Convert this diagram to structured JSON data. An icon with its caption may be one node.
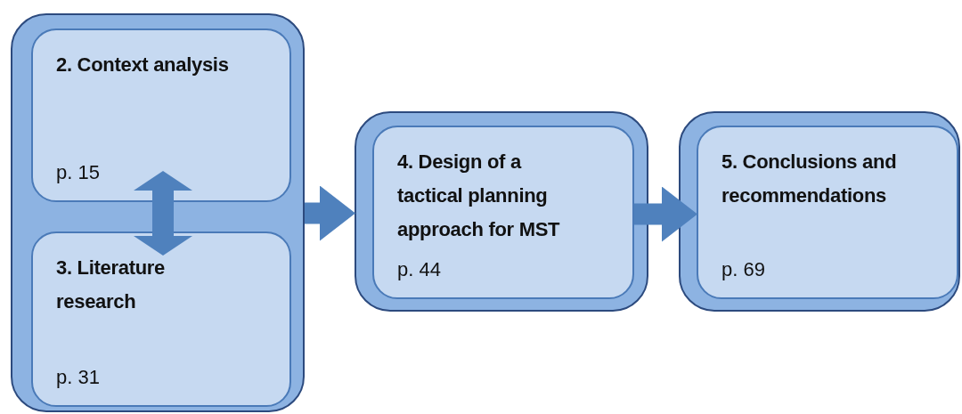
{
  "diagram": {
    "nodes": [
      {
        "text": [],
        "shape": "box"
      },
      {
        "text": [
          "2. Context analysis",
          "p. 15"
        ],
        "in": 0
      },
      {
        "text": [
          "3. Literature research",
          "p. 31"
        ],
        "in": 0
      },
      {
        "text": [],
        "shape": "box"
      },
      {
        "text": [
          "4. Design of a tactical planning approach for MST",
          "p. 44"
        ],
        "in": 3
      },
      {
        "text": [],
        "shape": "box"
      },
      {
        "text": [
          "5. Conclusions and recommendations",
          "p. 69"
        ],
        "in": 5
      }
    ],
    "edges": [
      {
        "from": 1,
        "to": 2,
        "arrow": "both"
      },
      {
        "from": 0,
        "to": 3,
        "arrow": "to"
      },
      {
        "from": 4,
        "to": 6,
        "arrow": "to"
      }
    ]
  }
}
